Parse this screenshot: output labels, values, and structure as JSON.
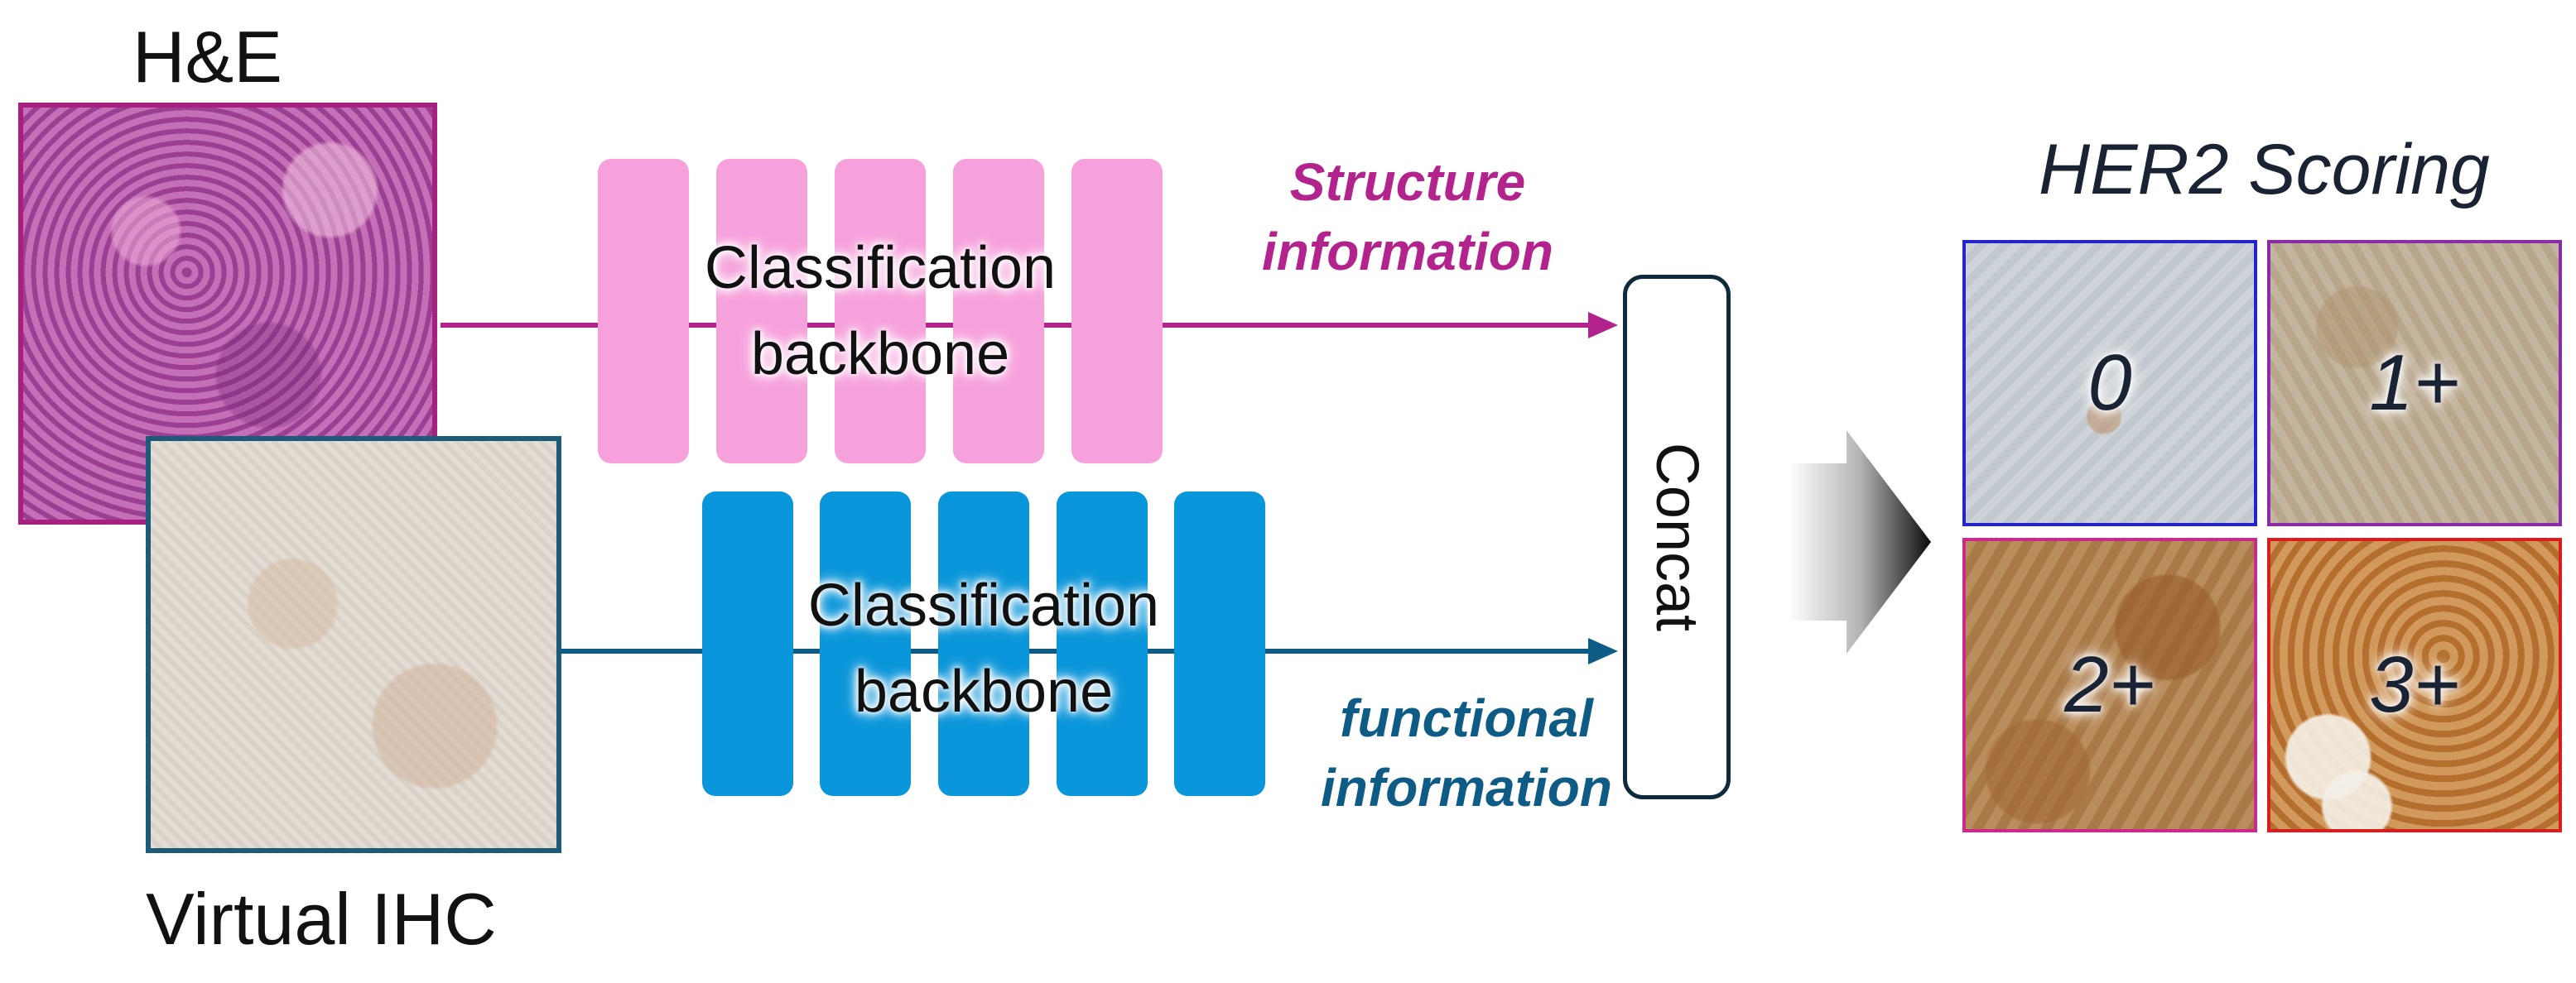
{
  "inputs": {
    "he_label": "H&E",
    "ihc_label": "Virtual IHC"
  },
  "backbones": {
    "top": {
      "line1": "Classification",
      "line2": "backbone"
    },
    "bottom": {
      "line1": "Classification",
      "line2": "backbone"
    }
  },
  "annotations": {
    "structure": {
      "line1": "Structure",
      "line2": "information"
    },
    "functional": {
      "line1": "functional",
      "line2": "information"
    }
  },
  "concat": {
    "label": "Concat"
  },
  "scoring": {
    "title": "HER2 Scoring",
    "tiles": [
      {
        "label": "0",
        "border": "#2424cc",
        "bg": "#c9cfd4"
      },
      {
        "label": "1+",
        "border": "#8a2ca8",
        "bg": "#bfb098"
      },
      {
        "label": "2+",
        "border": "#cc2a8a",
        "bg": "#b48754"
      },
      {
        "label": "3+",
        "border": "#d81f1f",
        "bg": "#c07f3f"
      }
    ]
  },
  "colors": {
    "magenta": "#b2238d",
    "pink_block": "#f7a1dc",
    "blue_block": "#0a96da",
    "teal_dark": "#0e5c85",
    "he_border": "#a5207f",
    "ihc_border": "#1b5a78"
  }
}
